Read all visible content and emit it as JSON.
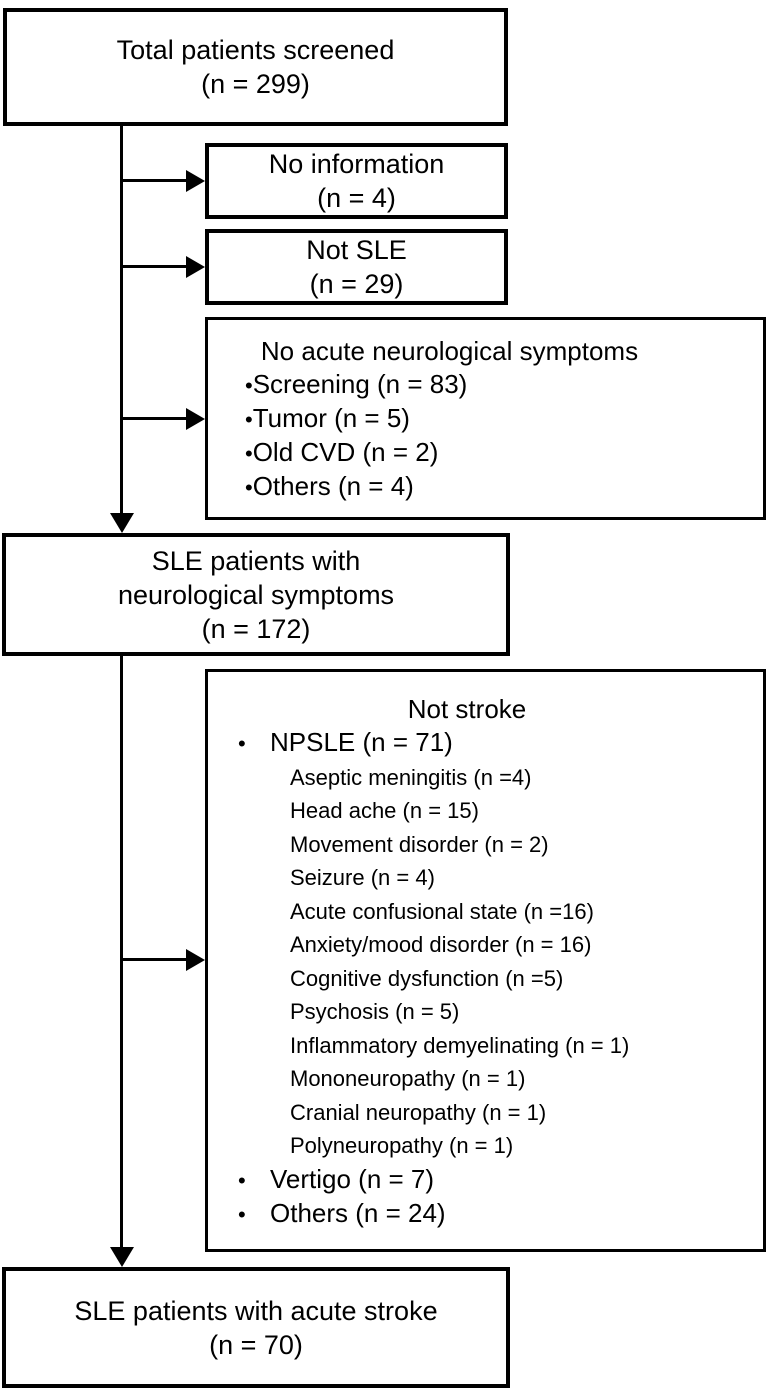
{
  "colors": {
    "line": "#000000",
    "background": "#ffffff",
    "text": "#000000"
  },
  "bullet_glyph": "•",
  "boxes": {
    "total_screened": {
      "lines": [
        "Total patients screened",
        "(n = 299)"
      ]
    },
    "no_information": {
      "lines": [
        "No information",
        "(n = 4)"
      ]
    },
    "not_sle": {
      "lines": [
        "Not SLE",
        "(n = 29)"
      ]
    },
    "no_acute_neuro": {
      "title": "No acute neurological symptoms",
      "items": [
        "Screening (n = 83)",
        "Tumor (n = 5)",
        "Old CVD (n = 2)",
        "Others (n = 4)"
      ]
    },
    "sle_neuro": {
      "lines": [
        "SLE patients with",
        "neurological symptoms",
        "(n = 172)"
      ]
    },
    "not_stroke": {
      "title": "Not stroke",
      "groups": [
        {
          "label": "NPSLE (n = 71)",
          "subitems": [
            "Aseptic meningitis (n =4)",
            "Head ache (n = 15)",
            "Movement disorder (n = 2)",
            "Seizure (n = 4)",
            "Acute confusional state (n =16)",
            "Anxiety/mood disorder (n = 16)",
            "Cognitive dysfunction (n =5)",
            "Psychosis (n = 5)",
            "Inflammatory demyelinating (n = 1)",
            "Mononeuropathy (n = 1)",
            "Cranial neuropathy (n = 1)",
            "Polyneuropathy (n = 1)"
          ]
        },
        {
          "label": "Vertigo (n = 7)",
          "subitems": []
        },
        {
          "label": "Others (n = 24)",
          "subitems": []
        }
      ]
    },
    "sle_stroke": {
      "lines": [
        "SLE patients with acute stroke",
        "(n = 70)"
      ]
    }
  }
}
